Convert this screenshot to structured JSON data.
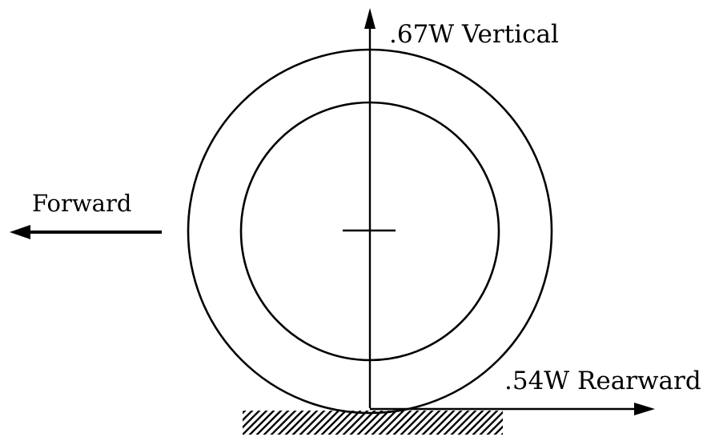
{
  "labels": {
    "vertical": ".67W Vertical",
    "forward": "Forward",
    "rearward": ".54W Rearward"
  },
  "colors": {
    "ink": "#000000",
    "background": "#ffffff"
  }
}
